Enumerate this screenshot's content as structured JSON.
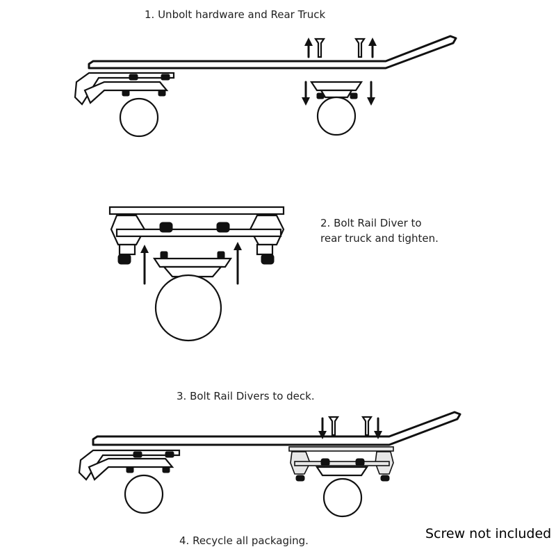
{
  "steps": [
    {
      "text": "1. Unbolt hardware and Rear Truck"
    },
    {
      "text": "2. Bolt Rail Diver to",
      "text2": "rear truck and tighten."
    },
    {
      "text": "3. Bolt Rail Divers to deck."
    },
    {
      "text": "4. Recycle all packaging."
    }
  ],
  "note": "Screw not included",
  "icons": [
    "arrow-up-icon",
    "arrow-down-icon",
    "screw-icon"
  ]
}
